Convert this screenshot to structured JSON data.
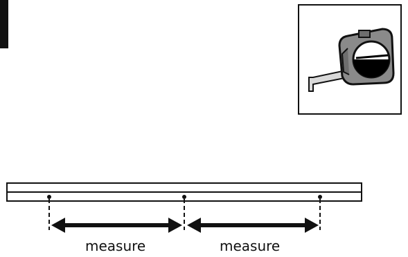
{
  "labels": {
    "measure_left": "measure",
    "measure_right": "measure"
  },
  "icons": {
    "corner_tab": "black-tab",
    "tape_measure": "tape-measure-icon"
  },
  "colors": {
    "line": "#111111",
    "tape_body": "#8a8a8a",
    "tape_face_light": "#ffffff",
    "tape_face_dark": "#000000"
  }
}
